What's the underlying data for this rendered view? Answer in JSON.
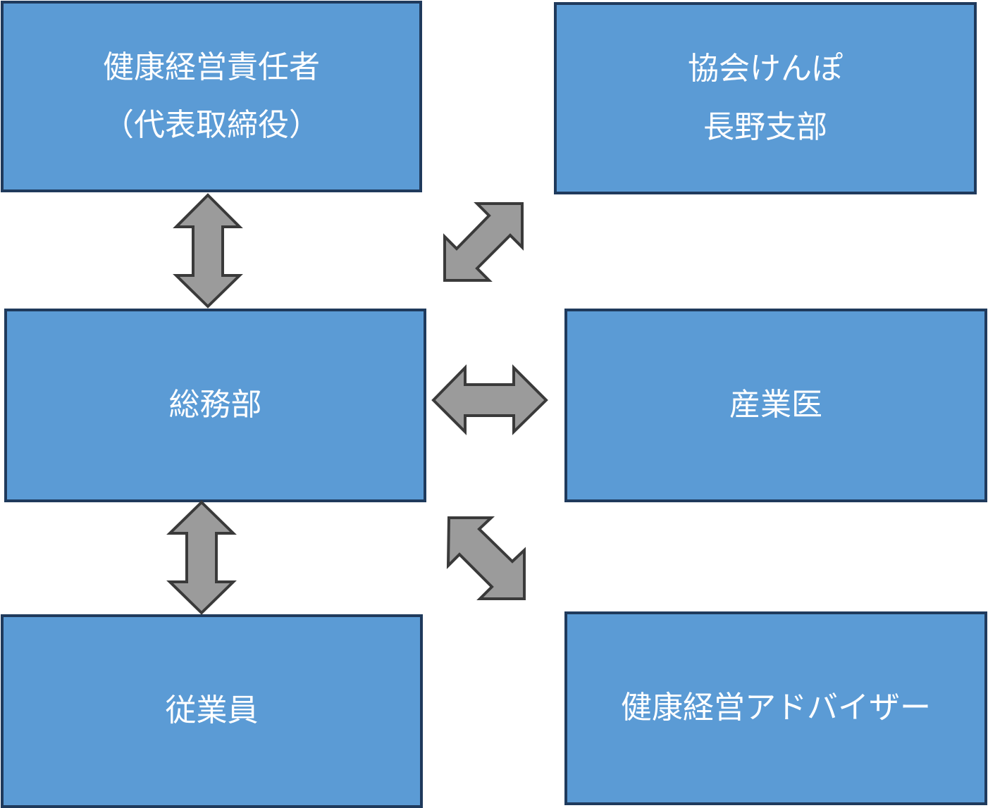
{
  "colors": {
    "box_fill": "#5b9bd5",
    "box_border": "#1f3a5c",
    "text": "#ffffff",
    "arrow_fill": "#9b9b9b",
    "arrow_stroke": "#3a3a3a"
  },
  "nodes": {
    "manager": {
      "line1": "健康経営責任者",
      "line2": "（代表取締役）"
    },
    "kyokai": {
      "line1": "協会けんぽ",
      "line2": "長野支部"
    },
    "soumu": {
      "label": "総務部"
    },
    "sangyoui": {
      "label": "産業医"
    },
    "employees": {
      "label": "従業員"
    },
    "advisor": {
      "label": "健康経営アドバイザー"
    }
  },
  "connections": [
    {
      "from": "健康経営責任者",
      "to": "総務部",
      "type": "double-arrow"
    },
    {
      "from": "総務部",
      "to": "従業員",
      "type": "double-arrow"
    },
    {
      "from": "総務部",
      "to": "協会けんぽ",
      "type": "double-arrow"
    },
    {
      "from": "総務部",
      "to": "産業医",
      "type": "double-arrow"
    },
    {
      "from": "総務部",
      "to": "健康経営アドバイザー",
      "type": "double-arrow"
    }
  ]
}
